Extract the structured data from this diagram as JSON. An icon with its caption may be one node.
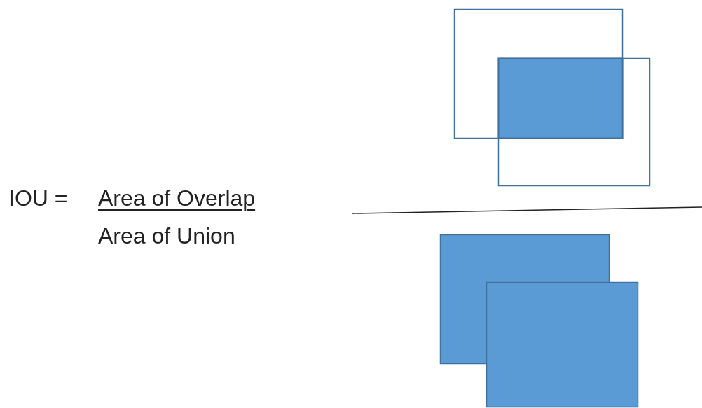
{
  "diagram": {
    "labels": [
      "IOU =",
      "Area of Overlap",
      "Area of Union"
    ]
  }
}
